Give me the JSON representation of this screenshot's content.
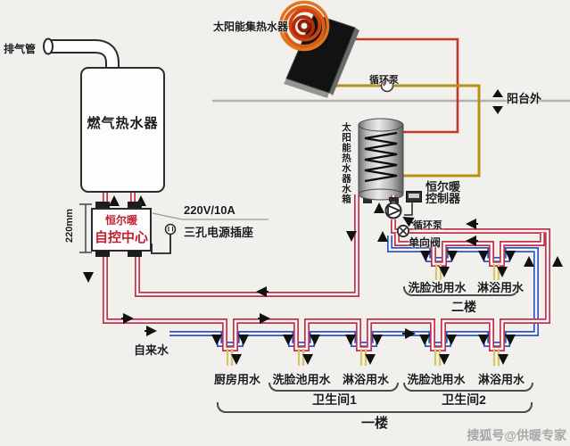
{
  "diagram": {
    "labels": {
      "exhaust_pipe": "排气管",
      "gas_heater": "燃气热水器",
      "solar_collector": "太阳能集热水器",
      "solar_pump": "循环泵",
      "balcony": "阳台外",
      "tank_vertical": "太阳能热水器水箱",
      "controller_line1": "恒尔暖",
      "controller_line2": "控制器",
      "control_center_line1": "恒尔暖",
      "control_center_line2": "自控中心",
      "dimension": "220mm",
      "power_spec": "220V/10A",
      "power_socket": "三孔电源插座",
      "tank_pump": "循环泵",
      "check_valve": "单向阀",
      "tap_water": "自来水",
      "floor2_label": "二楼",
      "floor1_label": "一楼",
      "bathroom1": "卫生间1",
      "bathroom2": "卫生间2",
      "watermark": "搜狐号@供暖专家"
    },
    "floor2_fixtures": [
      "洗脸池用水",
      "淋浴用水"
    ],
    "floor1_fixtures": [
      "厨房用水",
      "洗脸池用水",
      "淋浴用水",
      "洗脸池用水",
      "淋浴用水"
    ],
    "colors": {
      "hot": "#c2304a",
      "cold": "#2b56c8",
      "solar_supply": "#c0392b",
      "solar_return": "#b5930f",
      "tap_stub": "#d8c468",
      "wall_line": "#b3b1ad"
    }
  }
}
